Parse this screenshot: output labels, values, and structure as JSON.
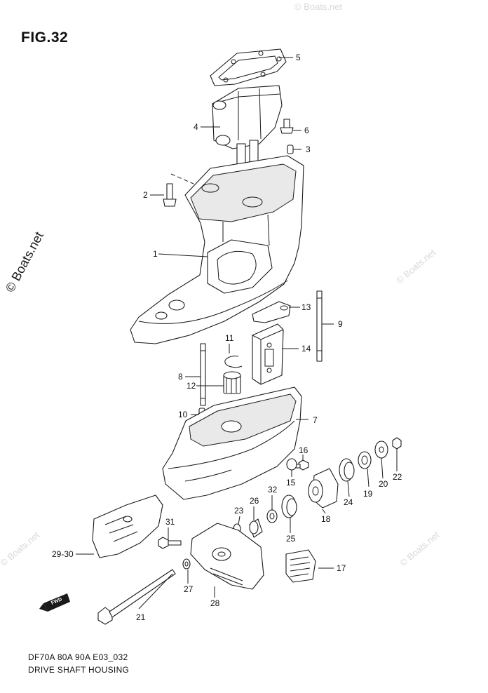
{
  "header": {
    "title": "FIG.32"
  },
  "footer": {
    "model_code": "DF70A 80A 90A E03_032",
    "caption": "DRIVE SHAFT HOUSING"
  },
  "watermark": {
    "text": "© Boats.net"
  },
  "fwd_marker": {
    "label": "FWD"
  },
  "callouts": [
    "1",
    "2",
    "3",
    "4",
    "5",
    "6",
    "7",
    "8",
    "9",
    "10",
    "11",
    "12",
    "13",
    "14",
    "15",
    "16",
    "17",
    "18",
    "19",
    "20",
    "21",
    "22",
    "23",
    "24",
    "25",
    "26",
    "27",
    "28",
    "29-30",
    "31",
    "32"
  ]
}
